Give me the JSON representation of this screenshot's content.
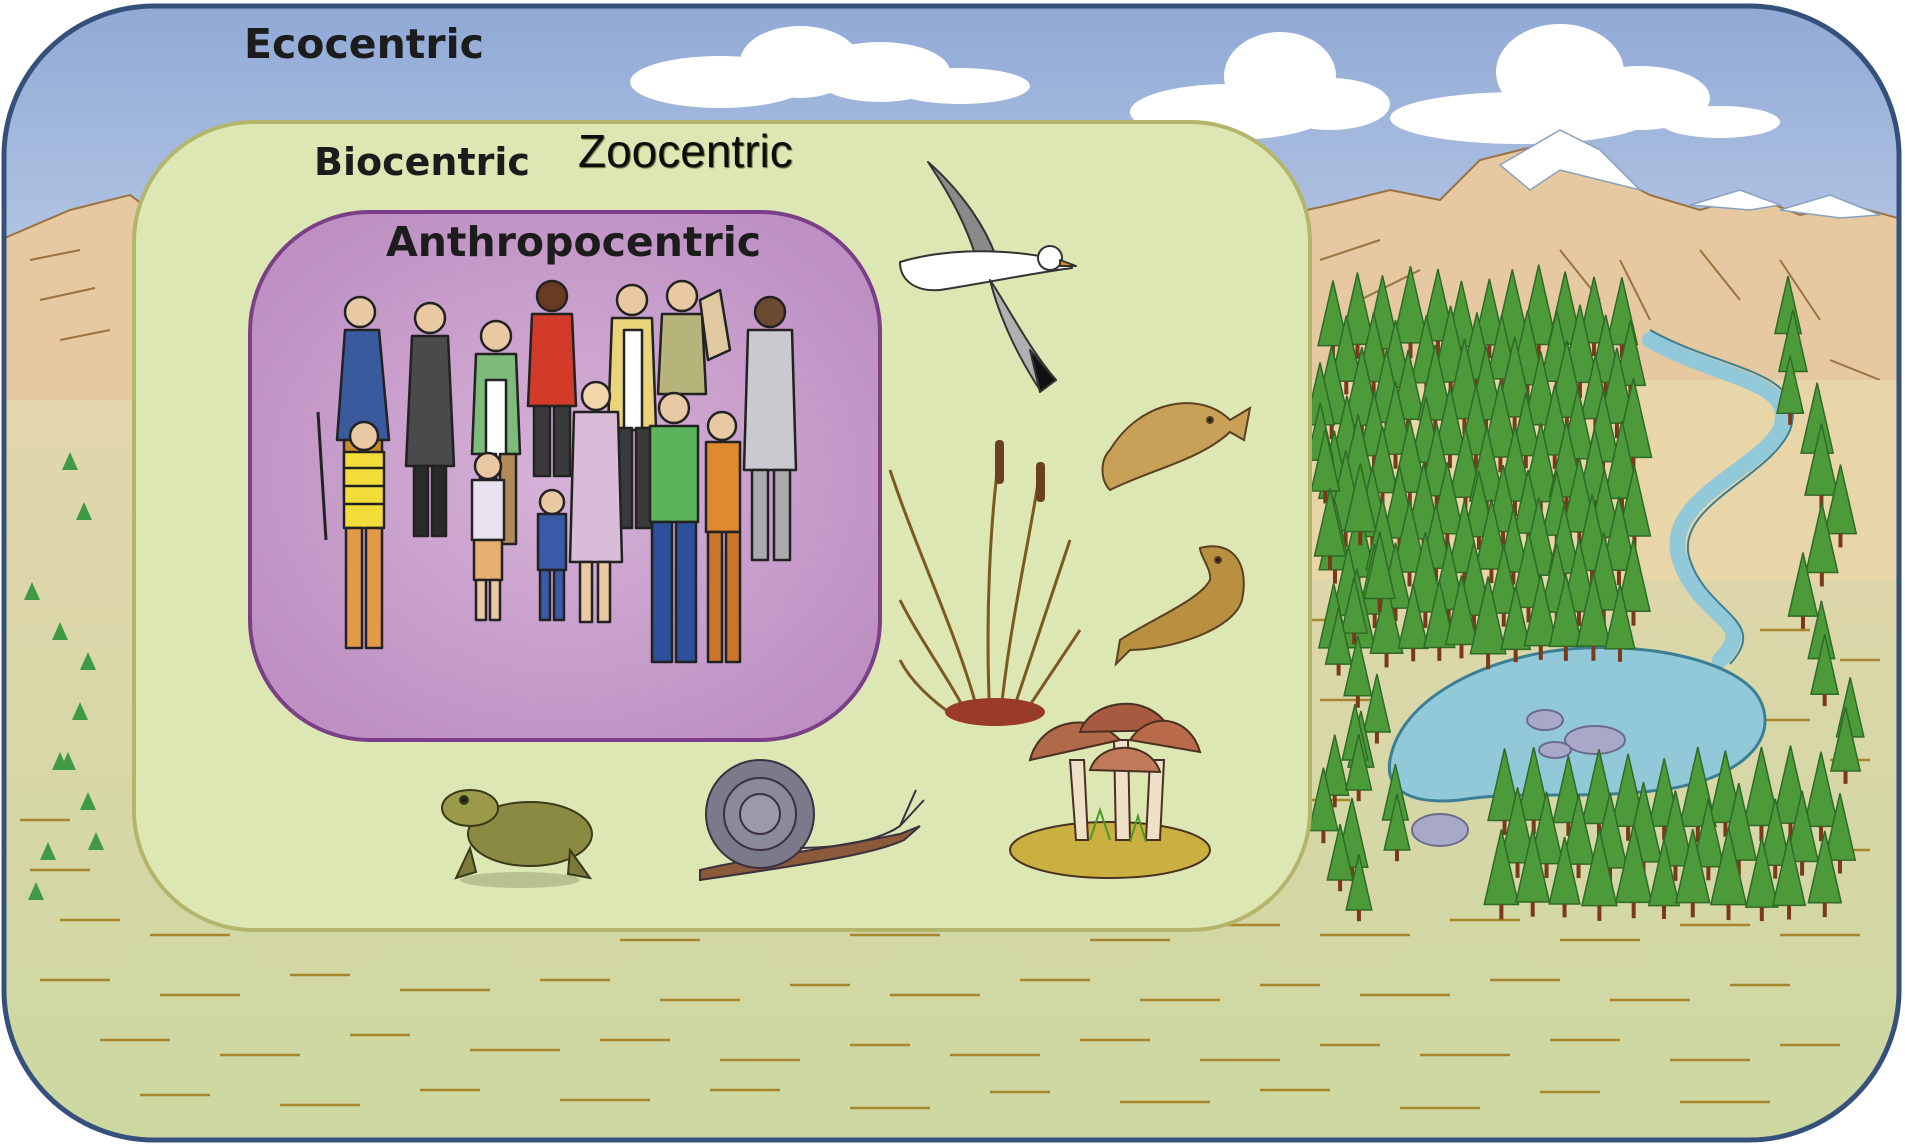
{
  "labels": {
    "ecocentric": "Ecocentric",
    "biocentric": "Biocentric",
    "zoocentric": "Zoocentric",
    "anthropocentric": "Anthropocentric"
  },
  "colors": {
    "sky": "#a9bddf",
    "outer_border": "#35507a",
    "mountains": "#e6c9a0",
    "ground": "#dce3b7",
    "biocentric_fill": "#dde7b4",
    "biocentric_border": "#b3b66a",
    "anthropocentric_fill": "#c9a2cc",
    "anthropocentric_border": "#7a3f86",
    "lake": "#92c9d9",
    "tree": "#4c9a3a"
  },
  "illustrations": [
    "group-of-people",
    "seagull",
    "fish",
    "trout",
    "reeds",
    "mushrooms",
    "toad",
    "snail",
    "mountains",
    "forest",
    "river",
    "lake",
    "clouds"
  ]
}
